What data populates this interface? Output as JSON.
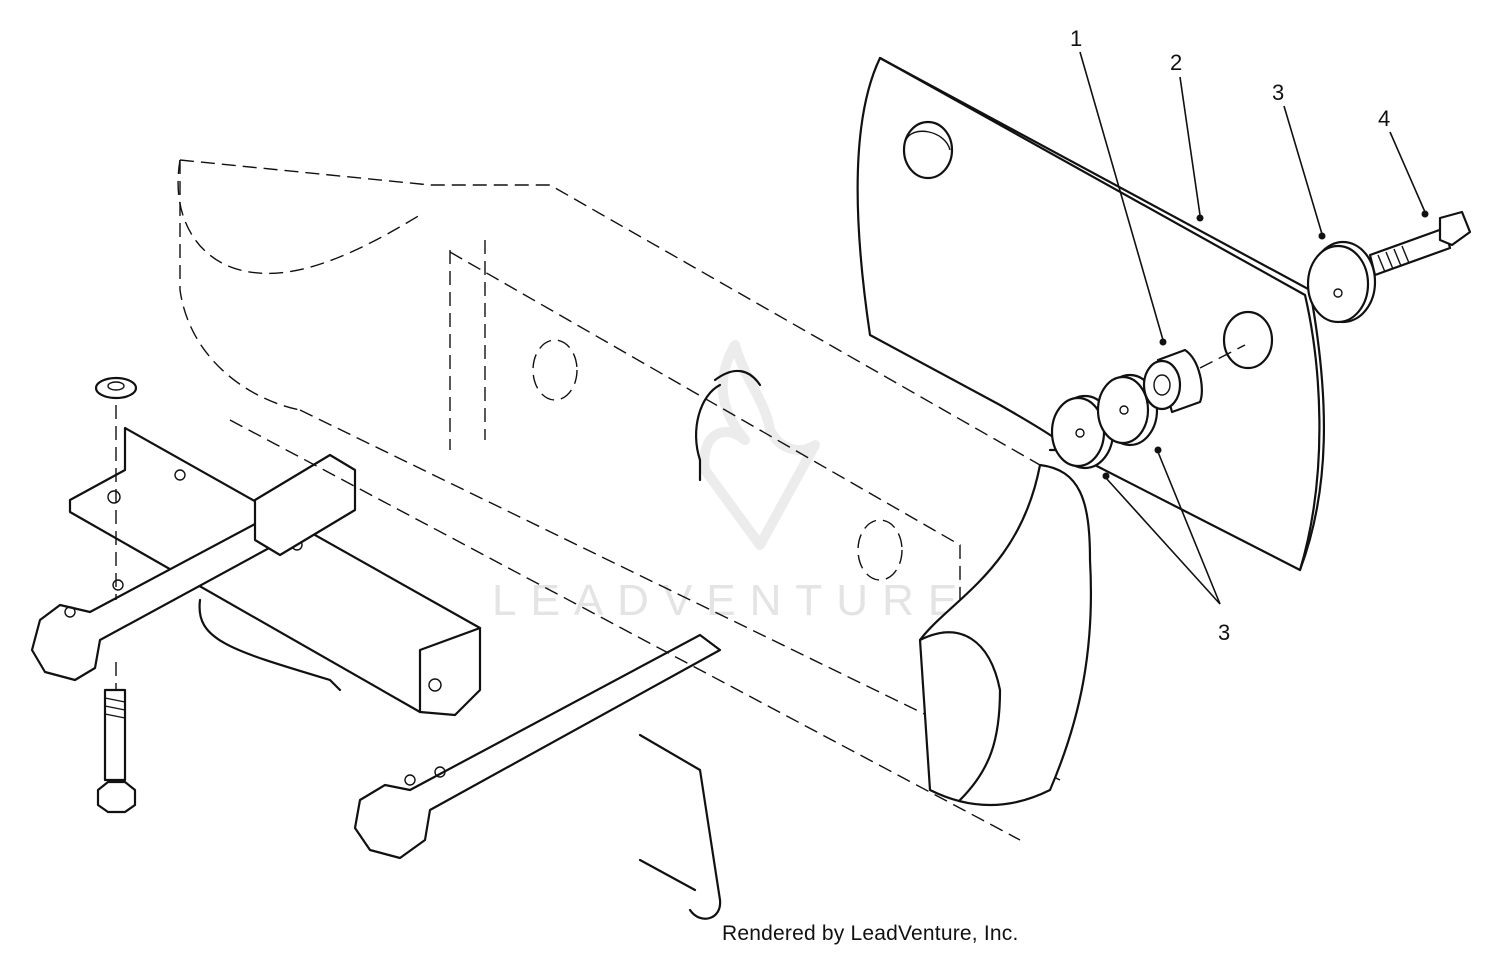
{
  "callouts": [
    {
      "id": "c1",
      "label": "1"
    },
    {
      "id": "c2",
      "label": "2"
    },
    {
      "id": "c3a",
      "label": "3"
    },
    {
      "id": "c4",
      "label": "4"
    },
    {
      "id": "c3b",
      "label": "3"
    }
  ],
  "watermark": {
    "text": "LEADVENTURE",
    "icon": "leadventure-logo-icon"
  },
  "footer": {
    "credit": "Rendered by LeadVenture, Inc."
  }
}
